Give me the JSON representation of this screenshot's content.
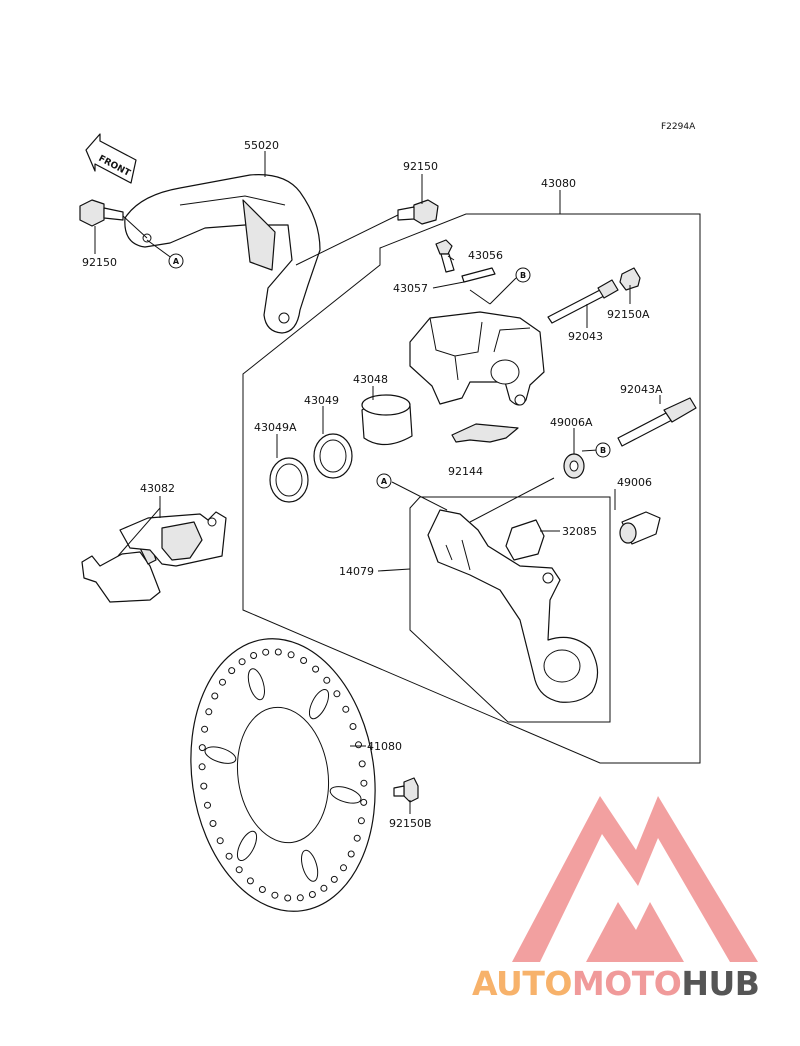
{
  "figure_ref": "F2294A",
  "front_arrow_text": "FRONT",
  "callouts": {
    "a": "A",
    "b": "B"
  },
  "parts": {
    "p55020": "55020",
    "p92150_left": "92150",
    "p92150_top": "92150",
    "p43080": "43080",
    "p43056": "43056",
    "p43057": "43057",
    "p92043": "92043",
    "p92150A": "92150A",
    "p43048": "43048",
    "p43049": "43049",
    "p43049A": "43049A",
    "p92043A": "92043A",
    "p49006A": "49006A",
    "p92144": "92144",
    "p49006": "49006",
    "p32085": "32085",
    "p14079": "14079",
    "p43082": "43082",
    "p41080": "41080",
    "p92150B": "92150B"
  },
  "watermark": {
    "part1": "AUTO",
    "part2": "MOTO",
    "part3": "HUB",
    "color1": "#f7b26b",
    "color2": "#f09a9a",
    "color3": "#555555",
    "triangle_color": "#f08f8f"
  }
}
